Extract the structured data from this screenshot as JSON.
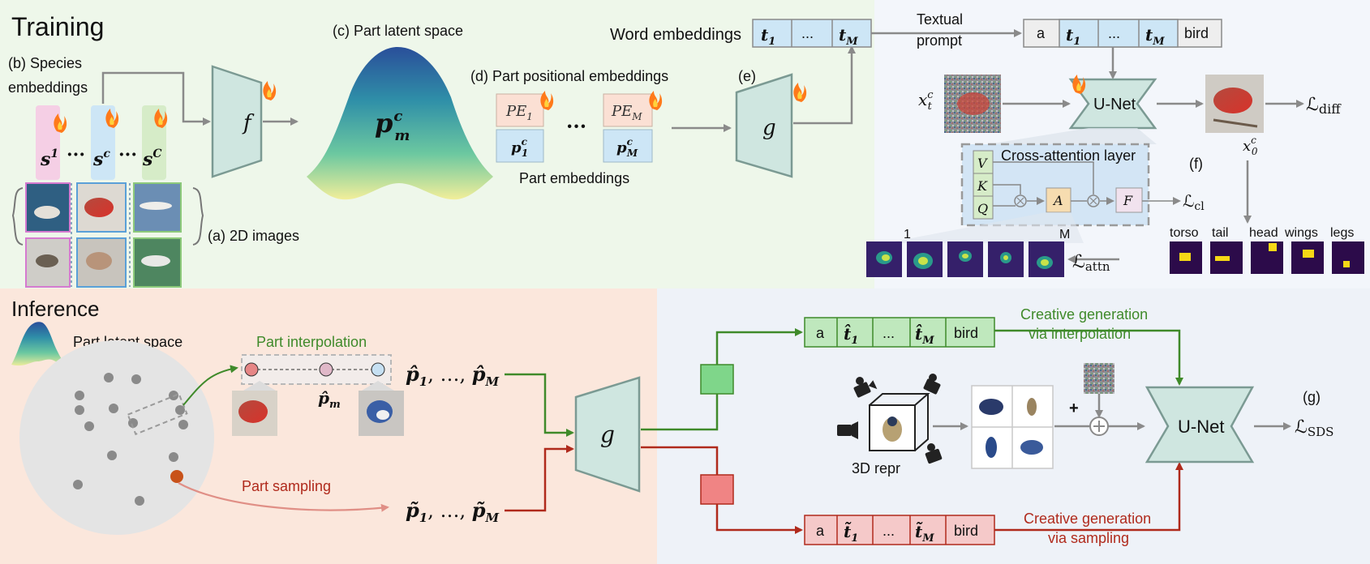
{
  "training": {
    "heading": "Training",
    "species": {
      "label_line1": "(b) Species",
      "label_line2": "embeddings",
      "s_first": "s",
      "s_first_sup": "1",
      "dots": "···",
      "s_mid": "s",
      "s_mid_sup": "c",
      "s_last": "s",
      "s_last_sup": "C"
    },
    "images_label": "(a) 2D images",
    "f_label": "f",
    "latent": {
      "label": "(c) Part latent space",
      "p": "p",
      "p_sub": "m",
      "p_sup": "c"
    },
    "part_pos": {
      "label": "(d) Part positional embeddings",
      "pe1": "PE",
      "pe1_sub": "1",
      "pem": "PE",
      "pem_sub": "M",
      "p1": "p",
      "p1_sub": "1",
      "p1_sup": "c",
      "pm": "p",
      "pm_sub": "M",
      "pm_sup": "c",
      "dots": "···",
      "part_embeddings_label": "Part embeddings"
    },
    "e_label": "(e)",
    "g_label": "g",
    "word_emb": {
      "label": "Word embeddings",
      "t1": "t",
      "t1_sub": "1",
      "dots": "...",
      "tm": "t",
      "tm_sub": "M"
    },
    "textual_prompt": {
      "line1": "Textual",
      "line2": "prompt",
      "a": "a",
      "t1": "t",
      "t1_sub": "1",
      "dots": "...",
      "tm": "t",
      "tm_sub": "M",
      "bird": "bird"
    },
    "unet_label": "U-Net",
    "xt": "x",
    "xt_sub": "t",
    "xt_sup": "c",
    "x0": "x",
    "x0_sub": "0",
    "x0_sup": "c",
    "l_diff": "ℒ",
    "l_diff_sub": "diff",
    "cross_attention": {
      "title": "Cross-attention layer",
      "v": "V",
      "k": "K",
      "q": "Q",
      "a": "A",
      "f": "F",
      "l_cl": "ℒ",
      "l_cl_sub": "cl",
      "f_label": "(f)"
    },
    "attn_maps": {
      "first_label": "1",
      "last_label": "M",
      "l_attn": "ℒ",
      "l_attn_sub": "attn"
    },
    "part_masks": [
      "torso",
      "tail",
      "head",
      "wings",
      "legs"
    ]
  },
  "inference": {
    "heading": "Inference",
    "latent_label": "Part latent space",
    "interp_label": "Part interpolation",
    "p_hat_m": "p̂",
    "p_hat_m_sub": "m",
    "sampling_label": "Part sampling",
    "p_hat_seq": "p̂",
    "p_hat_seq_sub1": "1",
    "p_hat_seq_mid": ", …, ",
    "p_hat_seq_subm": "M",
    "p_tilde_seq": "p̃",
    "p_tilde_seq_sub1": "1",
    "p_tilde_seq_mid": ", …, ",
    "p_tilde_seq_subm": "M",
    "g_label": "g",
    "green_prompt": {
      "a": "a",
      "t1": "t̂",
      "t1_sub": "1",
      "dots": "...",
      "tm": "t̂",
      "tm_sub": "M",
      "bird": "bird"
    },
    "red_prompt": {
      "a": "a",
      "t1": "t̃",
      "t1_sub": "1",
      "dots": "...",
      "tm": "t̃",
      "tm_sub": "M",
      "bird": "bird"
    },
    "creative_interp_line1": "Creative generation",
    "creative_interp_line2": "via interpolation",
    "creative_samp_line1": "Creative generation",
    "creative_samp_line2": "via sampling",
    "repr_label": "3D repr",
    "plus": "+",
    "unet_label": "U-Net",
    "g_tag": "(g)",
    "l_sds": "ℒ",
    "l_sds_sub": "SDS"
  },
  "colors": {
    "training_bg": "#eef7ea",
    "training_right_bg": "#f3f6fb",
    "inference_left_bg": "#fbe7dc",
    "inference_right_bg": "#eef2f8",
    "teal": "#cfe6e0",
    "teal_stroke": "#7b9a93",
    "pink": "#f5cfe5",
    "blue": "#cde6f6",
    "green": "#d6ecc8",
    "salmon": "#fbe0d4",
    "arrow_gray": "#8a8a8a",
    "green_arrow": "#3f8a2a",
    "red_arrow": "#b02a1c",
    "green_label": "#3f8a2a",
    "red_label": "#b02a1c"
  }
}
